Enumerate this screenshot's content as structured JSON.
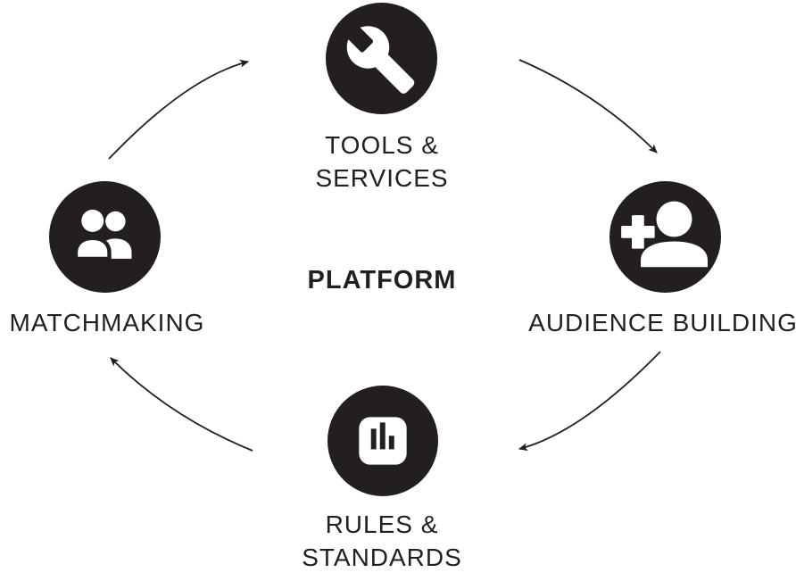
{
  "colors": {
    "ink": "#231f20",
    "node_fill": "#231f20",
    "icon_color": "#ffffff",
    "background": "#ffffff"
  },
  "diagram": {
    "center_label": "PLATFORM",
    "direction": "clockwise",
    "nodes": {
      "top": {
        "label": "TOOLS &\nSERVICES",
        "icon": "wrench-icon"
      },
      "right": {
        "label": "AUDIENCE BUILDING",
        "icon": "person-add-icon"
      },
      "bottom": {
        "label": "RULES &\nSTANDARDS",
        "icon": "bar-chart-icon"
      },
      "left": {
        "label": "MATCHMAKING",
        "icon": "people-icon"
      }
    },
    "arrows": [
      {
        "from": "MATCHMAKING",
        "to": "TOOLS & SERVICES"
      },
      {
        "from": "TOOLS & SERVICES",
        "to": "AUDIENCE BUILDING"
      },
      {
        "from": "AUDIENCE BUILDING",
        "to": "RULES & STANDARDS"
      },
      {
        "from": "RULES & STANDARDS",
        "to": "MATCHMAKING"
      }
    ]
  }
}
